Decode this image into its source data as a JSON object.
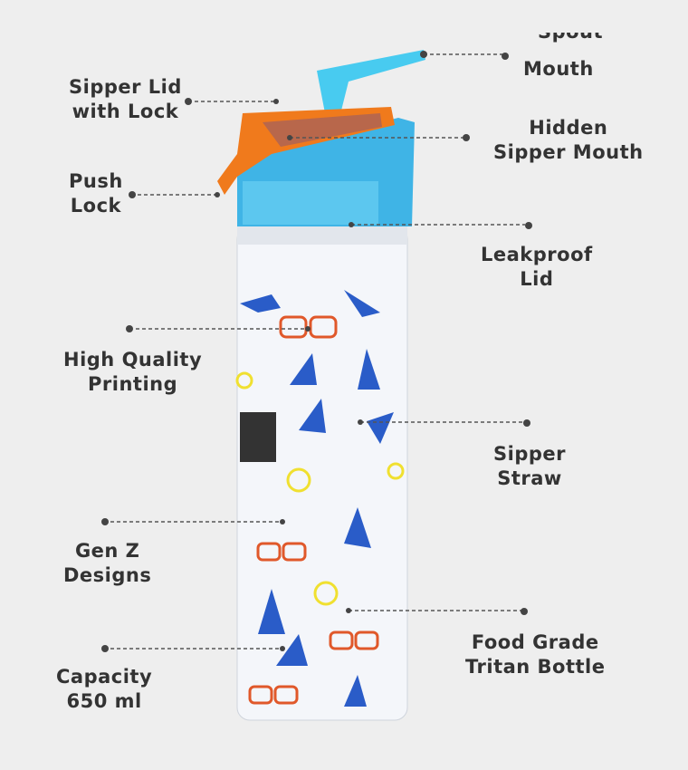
{
  "labels": {
    "spout_mouth_line1": "Spout",
    "spout_mouth_line2": "Mouth",
    "sipper_lid": "Sipper Lid\nwith Lock",
    "hidden_sipper": "Hidden\nSipper Mouth",
    "push_lock": "Push\nLock",
    "leakproof_lid": "Leakproof\nLid",
    "high_quality": "High Quality\nPrinting",
    "sipper_straw": "Sipper\nStraw",
    "gen_z": "Gen Z\nDesigns",
    "food_grade": "Food Grade\nTritan Bottle",
    "capacity": "Capacity\n650 ml"
  },
  "colors": {
    "background": "#eeeeee",
    "lid": "#3fb4e6",
    "lock": "#f07a1c",
    "straw": "#35c6f0",
    "print_blue": "#2a5cc8"
  }
}
